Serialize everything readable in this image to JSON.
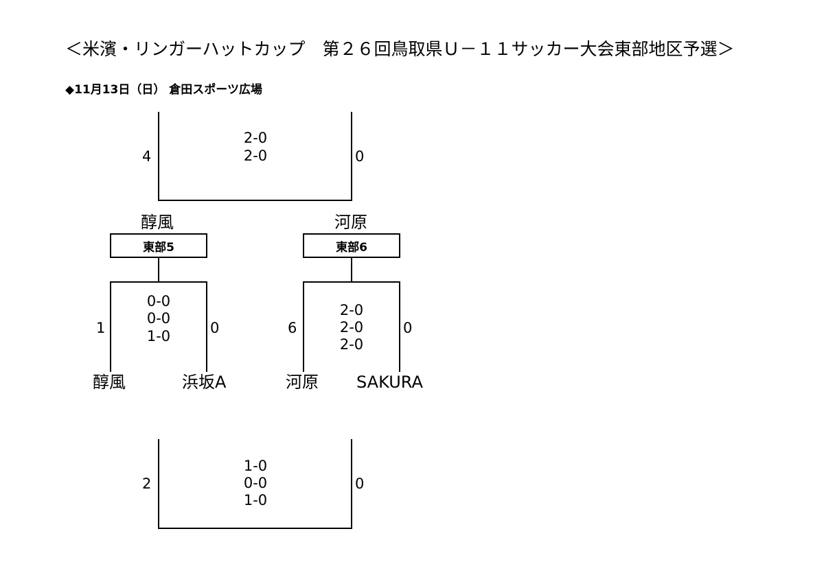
{
  "header": {
    "title": "＜米濱・リンガーハットカップ　第２６回鳥取県Ｕ－１１サッカー大会東部地区予選＞",
    "subtitle": "◆11月13日（日） 倉田スポーツ広場"
  },
  "top_match": {
    "left_score": "4",
    "right_score": "0",
    "period_scores": [
      "2-0",
      "2-0"
    ]
  },
  "block5": {
    "winner": "醇風",
    "label": "東部5",
    "left_score": "1",
    "right_score": "0",
    "period_scores": [
      "0-0",
      "0-0",
      "1-0"
    ],
    "team_left": "醇風",
    "team_right": "浜坂A"
  },
  "block6": {
    "winner": "河原",
    "label": "東部6",
    "left_score": "6",
    "right_score": "0",
    "period_scores": [
      "2-0",
      "2-0",
      "2-0"
    ],
    "team_left": "河原",
    "team_right": "SAKURA"
  },
  "bottom_match": {
    "left_score": "2",
    "right_score": "0",
    "period_scores": [
      "1-0",
      "0-0",
      "1-0"
    ]
  }
}
